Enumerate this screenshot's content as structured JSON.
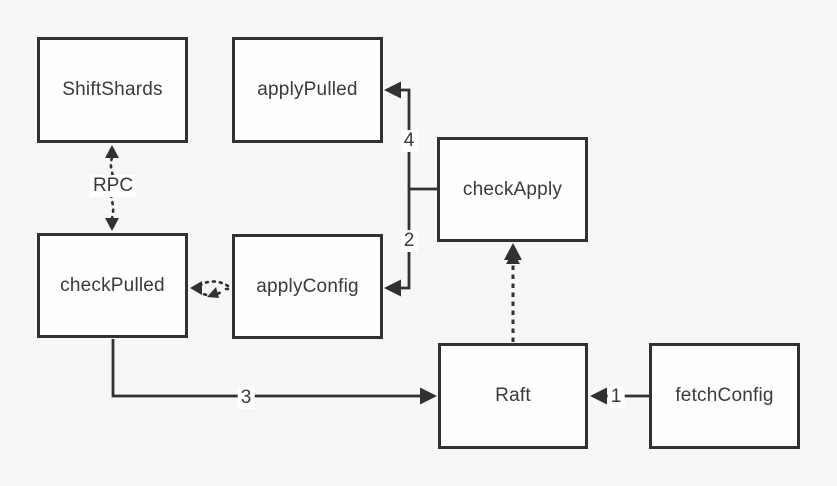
{
  "diagram": {
    "background_color": "#f7f7f7",
    "node_border_color": "#303133",
    "node_fill_color": "#fefefe",
    "text_color": "#3a3a3c",
    "nodes": [
      {
        "id": "shiftshards",
        "label": "ShiftShards"
      },
      {
        "id": "applypulled",
        "label": "applyPulled"
      },
      {
        "id": "checkapply",
        "label": "checkApply"
      },
      {
        "id": "checkpulled",
        "label": "checkPulled"
      },
      {
        "id": "applyconfig",
        "label": "applyConfig"
      },
      {
        "id": "raft",
        "label": "Raft"
      },
      {
        "id": "fetchconfig",
        "label": "fetchConfig"
      }
    ],
    "edges": [
      {
        "from": "ShiftShards",
        "to": "checkPulled",
        "style": "dotted",
        "bidirectional": true,
        "label": "RPC"
      },
      {
        "from": "checkApply",
        "to": "applyPulled",
        "style": "solid",
        "bidirectional": false,
        "label": "4"
      },
      {
        "from": "checkApply",
        "to": "applyConfig",
        "style": "solid",
        "bidirectional": false,
        "label": "2"
      },
      {
        "from": "checkPulled",
        "to": "applyConfig",
        "style": "dotted",
        "bidirectional": true,
        "label": ""
      },
      {
        "from": "checkPulled",
        "to": "Raft",
        "style": "solid",
        "bidirectional": false,
        "label": "3"
      },
      {
        "from": "fetchConfig",
        "to": "Raft",
        "style": "solid",
        "bidirectional": false,
        "label": "1"
      },
      {
        "from": "Raft",
        "to": "checkApply",
        "style": "dotted",
        "bidirectional": false,
        "label": ""
      }
    ]
  }
}
